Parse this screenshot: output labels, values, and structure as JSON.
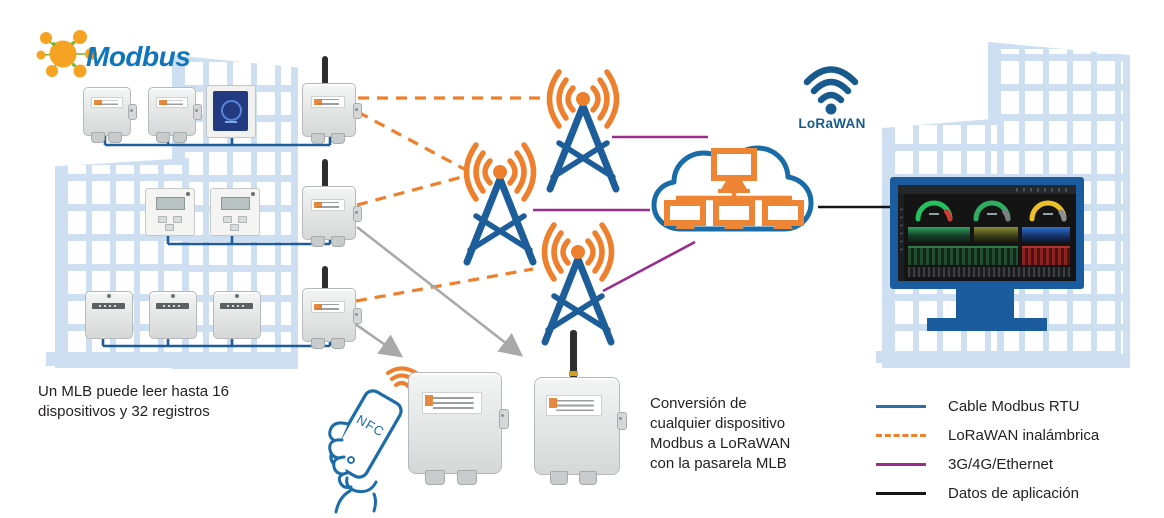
{
  "brand": {
    "name": "Modbus"
  },
  "wifi": {
    "label": "LoRaWAN"
  },
  "nfc": {
    "label": "NFC"
  },
  "notes": {
    "mlb": {
      "line1": "Un MLB puede leer hasta 16",
      "line2": "dispositivos y 32 registros"
    },
    "conversion": {
      "line1": "Conversión de",
      "line2": "cualquier dispositivo",
      "line3": "Modbus a LoRaWAN",
      "line4": "con la pasarela MLB"
    }
  },
  "legend": {
    "items": [
      {
        "label": "Cable Modbus RTU",
        "style": "solid",
        "color": "#2e6fa5"
      },
      {
        "label": "LoRaWAN inalámbrica",
        "style": "dashed",
        "color": "#ee7f2d"
      },
      {
        "label": "3G/4G/Ethernet",
        "style": "solid",
        "color": "#992d8c"
      },
      {
        "label": "Datos de aplicación",
        "style": "solid",
        "color": "#151515"
      }
    ]
  },
  "icons": {
    "modbus-logo-icon": "orange-node-cluster",
    "radio-tower-icon": "lattice-tower-with-signal-waves",
    "cloud-network-icon": "cloud-with-lan-monitors",
    "lorawan-wifi-icon": "wifi-arcs",
    "nfc-phone-icon": "hand-holding-phone",
    "dashboard-monitor-icon": "monitor-with-gauges"
  },
  "colors": {
    "modbus_blue": "#0f75bc",
    "line_blue": "#1d5e9a",
    "lorawan_orange": "#ee7f2d",
    "cellular_purple": "#992d8c",
    "app_black": "#151515",
    "building_blue": "#cfdff2",
    "arrow_gray": "#a9a9a9"
  }
}
